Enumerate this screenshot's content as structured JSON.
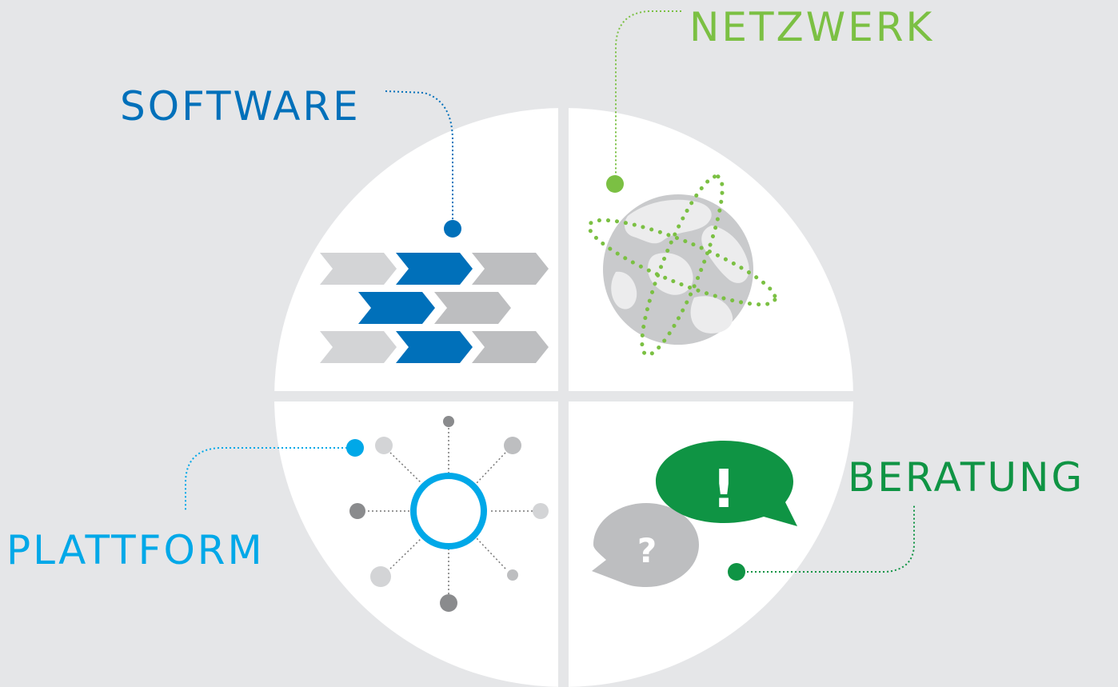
{
  "labels": {
    "software": "SOFTWARE",
    "netzwerk": "NETZWERK",
    "beratung": "BERATUNG",
    "plattform": "PLATTFORM"
  },
  "bubbles": {
    "exclaim": "!",
    "question": "?"
  },
  "colors": {
    "background": "#e5e6e8",
    "software": "#0070ba",
    "netzwerk": "#7bc043",
    "beratung": "#0f9444",
    "plattform": "#00a8e8",
    "gray_shape": "#bdbec0",
    "light_gray_shape": "#d3d4d6",
    "dark_gray_dot": "#8a8b8d"
  }
}
